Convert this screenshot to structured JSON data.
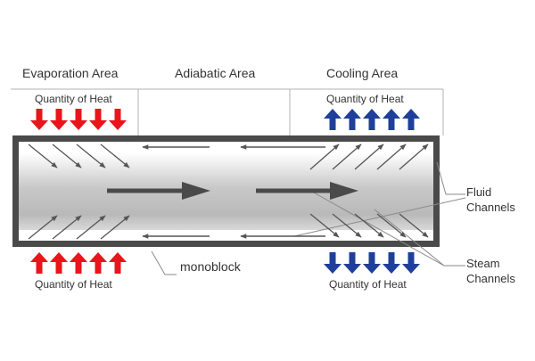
{
  "areas": {
    "evaporation": "Evaporation Area",
    "adiabatic": "Adiabatic Area",
    "cooling": "Cooling Area"
  },
  "heat": {
    "top_left": "Quantity of Heat",
    "top_right": "Quantity of Heat",
    "bottom_left": "Quantity of Heat",
    "bottom_right": "Quantity of Heat"
  },
  "callouts": {
    "monoblock": "monoblock",
    "fluid_channels": "Fluid\nChannels",
    "steam_channels": "Steam\nChannels"
  },
  "colors": {
    "heat_in": "#e8151b",
    "heat_out": "#1f3f9a",
    "wall": "#4a4a4a",
    "flow_arrow": "#555555",
    "guide_line": "#b3b3b3",
    "leader_line": "#8a8a8a"
  },
  "icons": {
    "heat_in": "red-up-arrow-icon",
    "heat_out": "blue-up-down-arrow-icon"
  }
}
